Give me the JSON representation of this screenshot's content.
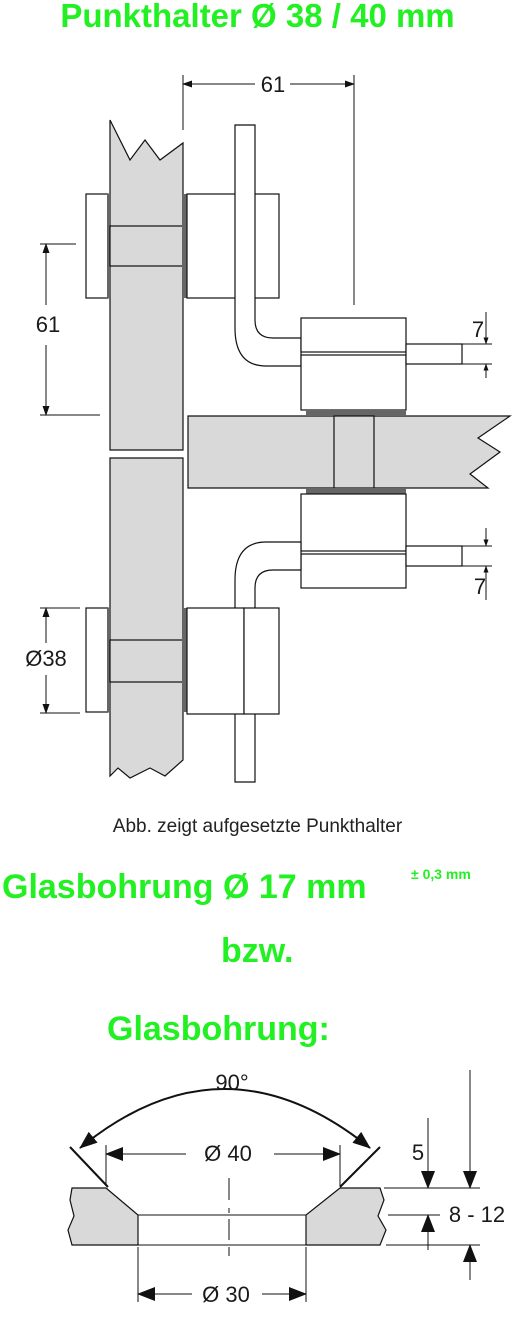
{
  "title": "Punkthalter Ø 38 / 40 mm",
  "caption": "Abb. zeigt aufgesetzte Punkthalter",
  "drill_heading": "Glasbohrung Ø 17 mm",
  "drill_tolerance": "± 0,3 mm",
  "separator": "bzw.",
  "countersink_heading": "Glasbohrung:",
  "holder_dims": {
    "width": "61",
    "spacing": "61",
    "gap_upper": "7",
    "gap_lower": "7",
    "diameter": "Ø38"
  },
  "countersink_dims": {
    "angle": "90°",
    "outer_diameter": "Ø 40",
    "inner_diameter": "Ø 30",
    "depth": "5",
    "thickness": "8 - 12"
  },
  "colors": {
    "heading": "#22f022",
    "glass": "#d9d9d9",
    "pad": "#666666"
  }
}
